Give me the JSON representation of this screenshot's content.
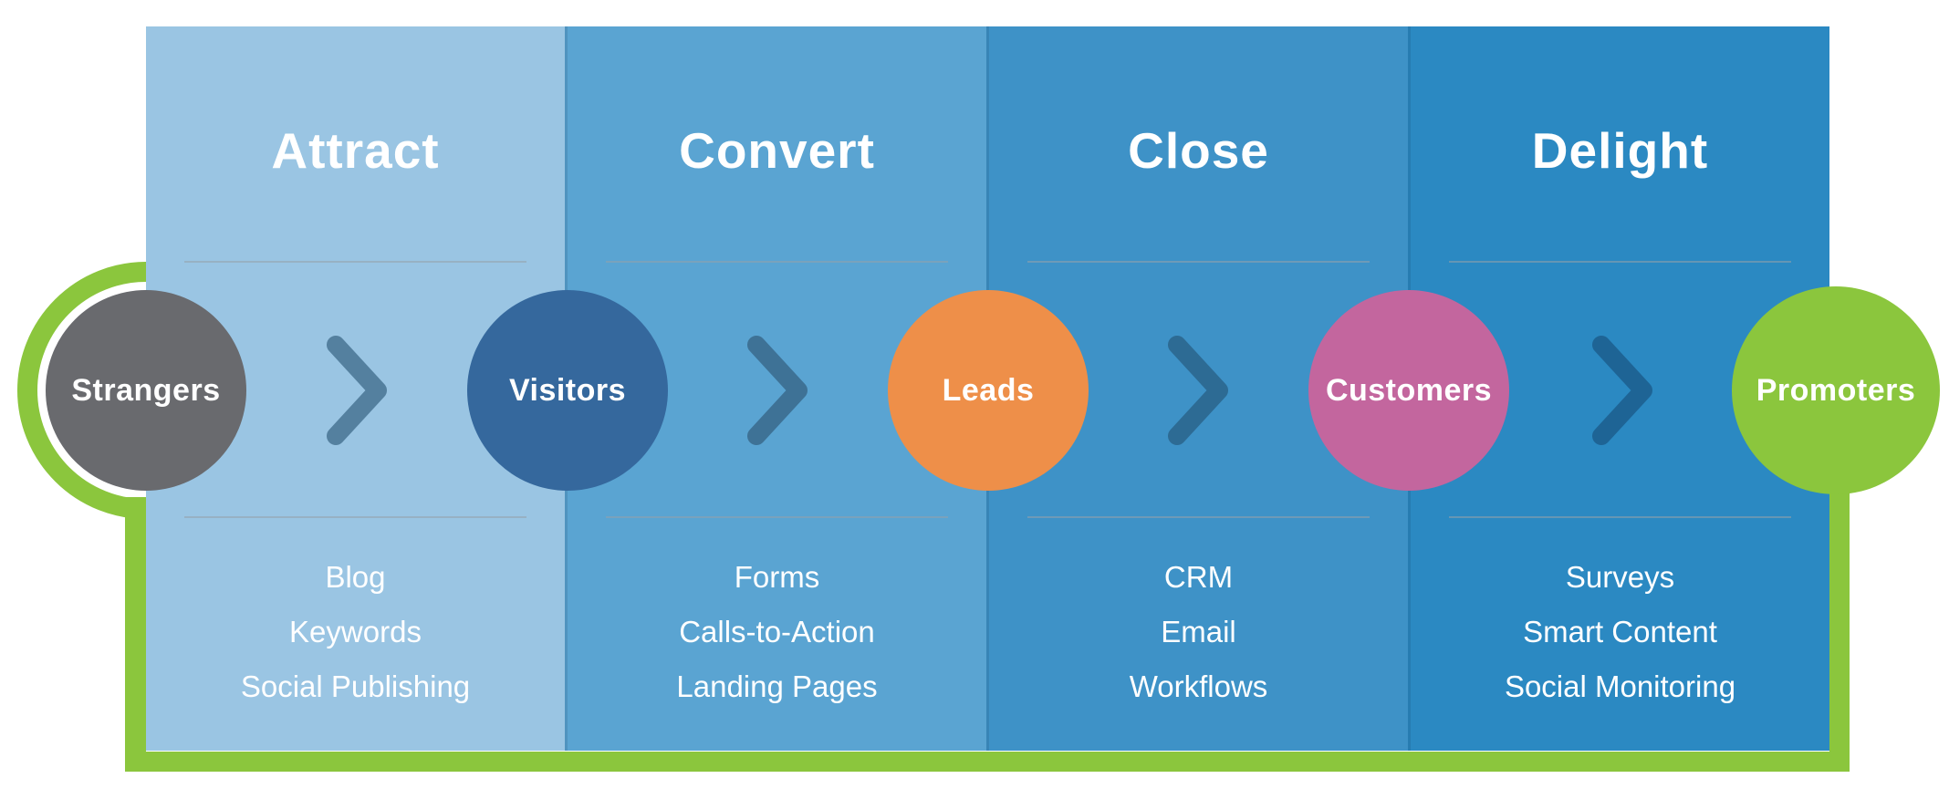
{
  "columns": [
    {
      "title": "Attract",
      "items": [
        "Blog",
        "Keywords",
        "Social Publishing"
      ],
      "bg": "#9ac5e3",
      "chevron_color": "#54809f"
    },
    {
      "title": "Convert",
      "items": [
        "Forms",
        "Calls-to-Action",
        "Landing Pages"
      ],
      "bg": "#5aa4d2",
      "chevron_color": "#3e7296"
    },
    {
      "title": "Close",
      "items": [
        "CRM",
        "Email",
        "Workflows"
      ],
      "bg": "#3e92c7",
      "chevron_color": "#2d6b94"
    },
    {
      "title": "Delight",
      "items": [
        "Surveys",
        "Smart Content",
        "Social Monitoring"
      ],
      "bg": "#2b89c2",
      "chevron_color": "#1e6495"
    }
  ],
  "stages": [
    {
      "label": "Strangers",
      "color": "#696a6e"
    },
    {
      "label": "Visitors",
      "color": "#35689d"
    },
    {
      "label": "Leads",
      "color": "#ee8f49"
    },
    {
      "label": "Customers",
      "color": "#c3669e"
    },
    {
      "label": "Promoters",
      "color": "#8bc63d"
    }
  ],
  "journey": {
    "color": "#8bc63d"
  },
  "text_color": "#ffffff"
}
